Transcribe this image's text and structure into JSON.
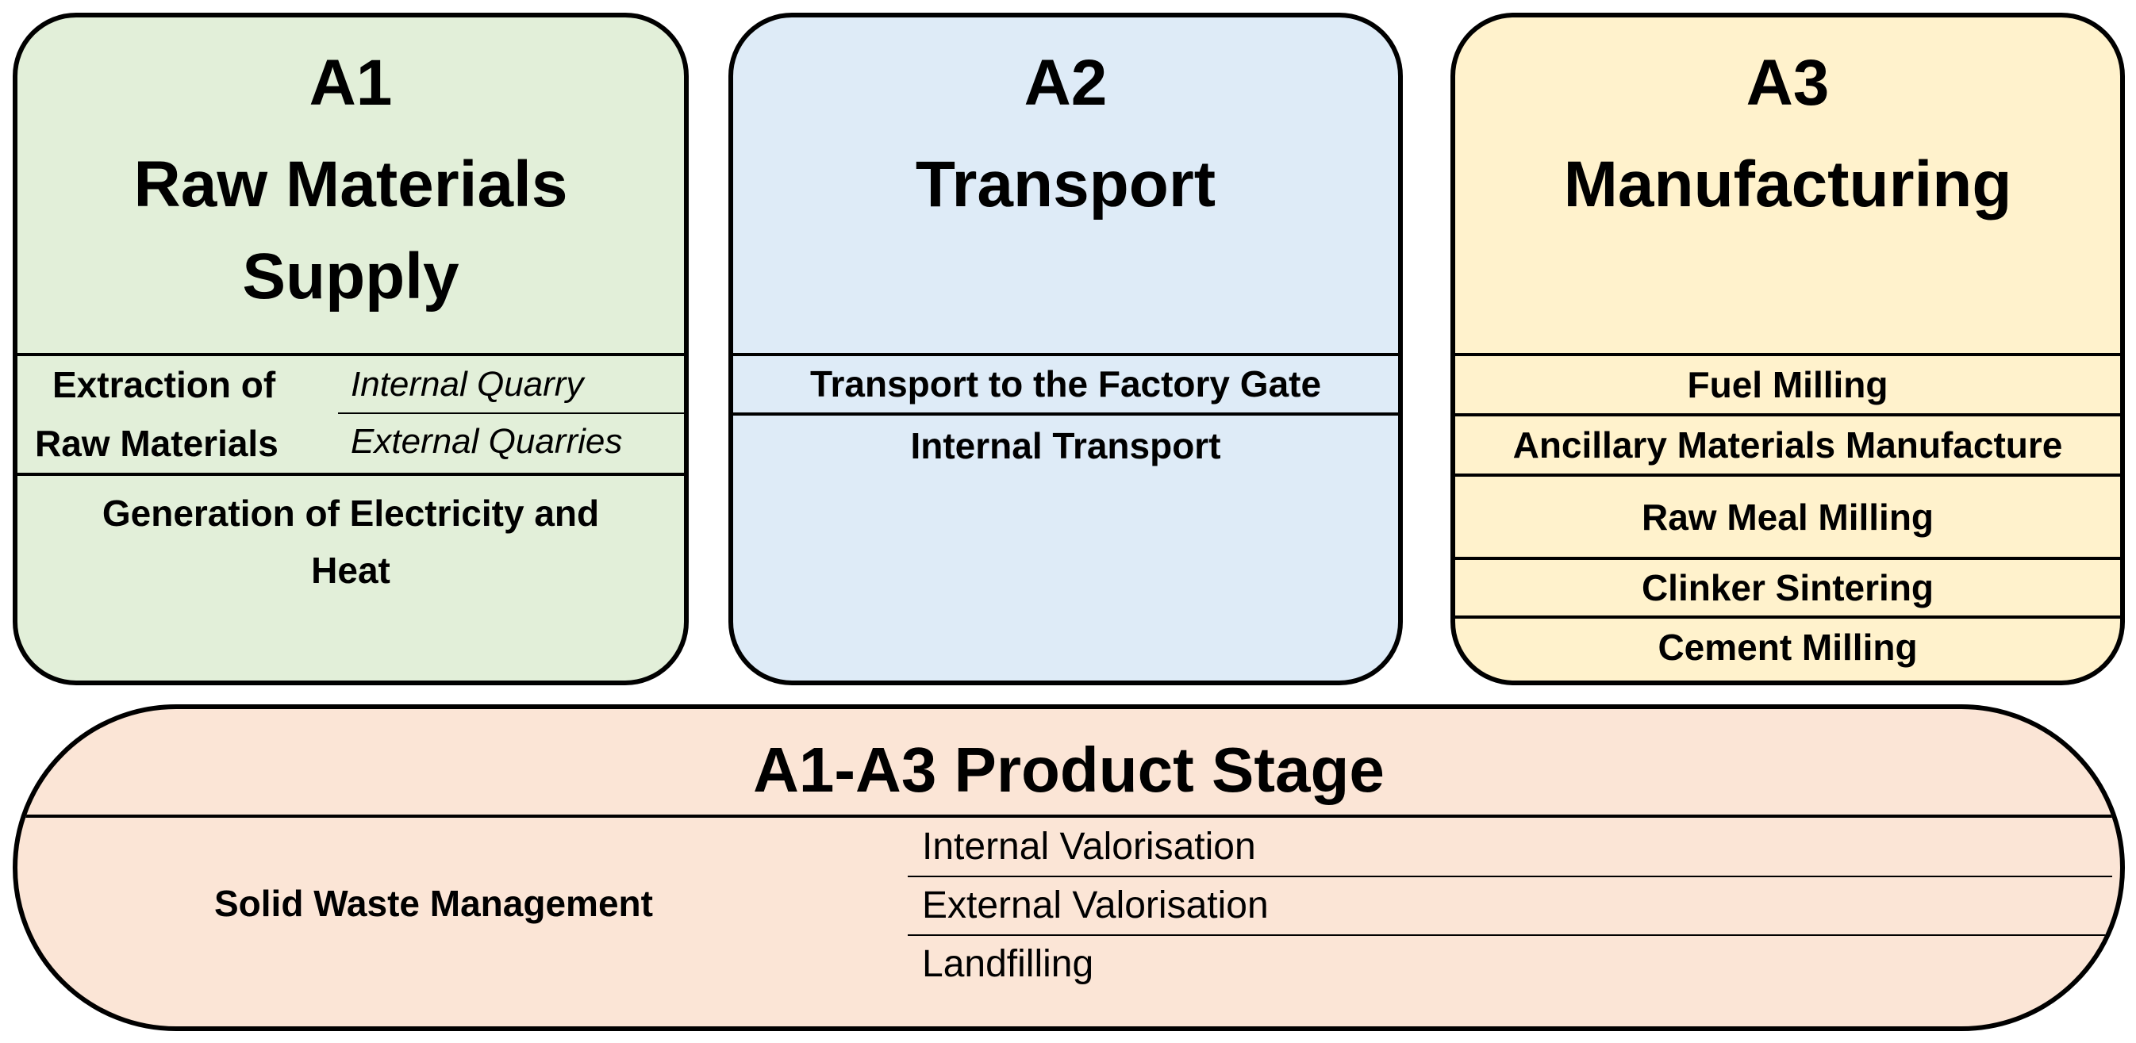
{
  "a1": {
    "code": "A1",
    "title_line1": "Raw Materials",
    "title_line2": "Supply",
    "extraction_line1": "Extraction of",
    "extraction_line2": "Raw Materials",
    "internal_quarry": "Internal Quarry",
    "external_quarries": "External Quarries",
    "generation_line1": "Generation of Electricity and",
    "generation_line2": "Heat",
    "fill_color": "#e2efd9"
  },
  "a2": {
    "code": "A2",
    "title": "Transport",
    "items": [
      "Transport to the Factory Gate",
      "Internal Transport"
    ],
    "fill_color": "#deebf7"
  },
  "a3": {
    "code": "A3",
    "title": "Manufacturing",
    "items": [
      "Fuel Milling",
      "Ancillary Materials Manufacture",
      "Raw Meal Milling",
      "Clinker Sintering",
      "Cement Milling"
    ],
    "fill_color": "#fff2cc"
  },
  "product_stage": {
    "title": "A1-A3  Product Stage",
    "solid_waste": "Solid Waste Management",
    "options": [
      "Internal Valorisation",
      "External Valorisation",
      "Landfilling"
    ],
    "fill_color": "#fbe5d6"
  }
}
